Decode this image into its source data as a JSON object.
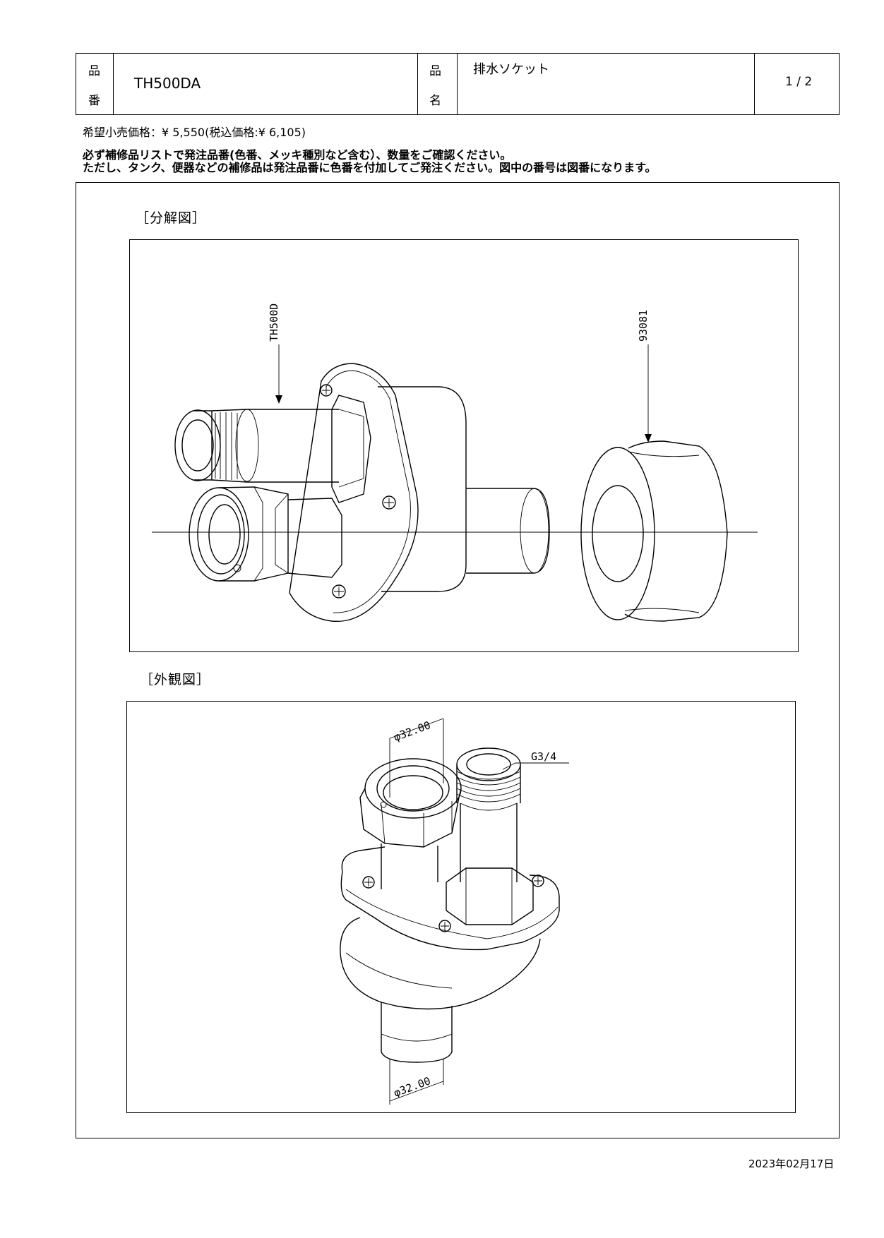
{
  "header": {
    "part_no_label_1": "品",
    "part_no_label_2": "番",
    "part_no": "TH500DA",
    "name_label_1": "品",
    "name_label_2": "名",
    "name": "排水ソケット",
    "page": "1 / 2"
  },
  "price_line": "希望小売価格：¥ 5,550(税込価格:¥ 6,105)",
  "notice": {
    "line1": "必ず補修品リストで発注品番(色番、メッキ種別など含む）、数量をご確認ください。",
    "line2": "ただし、タンク、便器などの補修品は発注品番に色番を付加してご発注ください。図中の番号は図番になります。"
  },
  "sections": {
    "exploded_title": "［分解図］",
    "external_title": "［外観図］"
  },
  "exploded": {
    "callout_left": "TH500D",
    "callout_right": "93081"
  },
  "external": {
    "dim_top": "φ32.00",
    "dim_bottom": "φ32.00",
    "thread": "G3/4"
  },
  "footer_date": "2023年02月17日"
}
